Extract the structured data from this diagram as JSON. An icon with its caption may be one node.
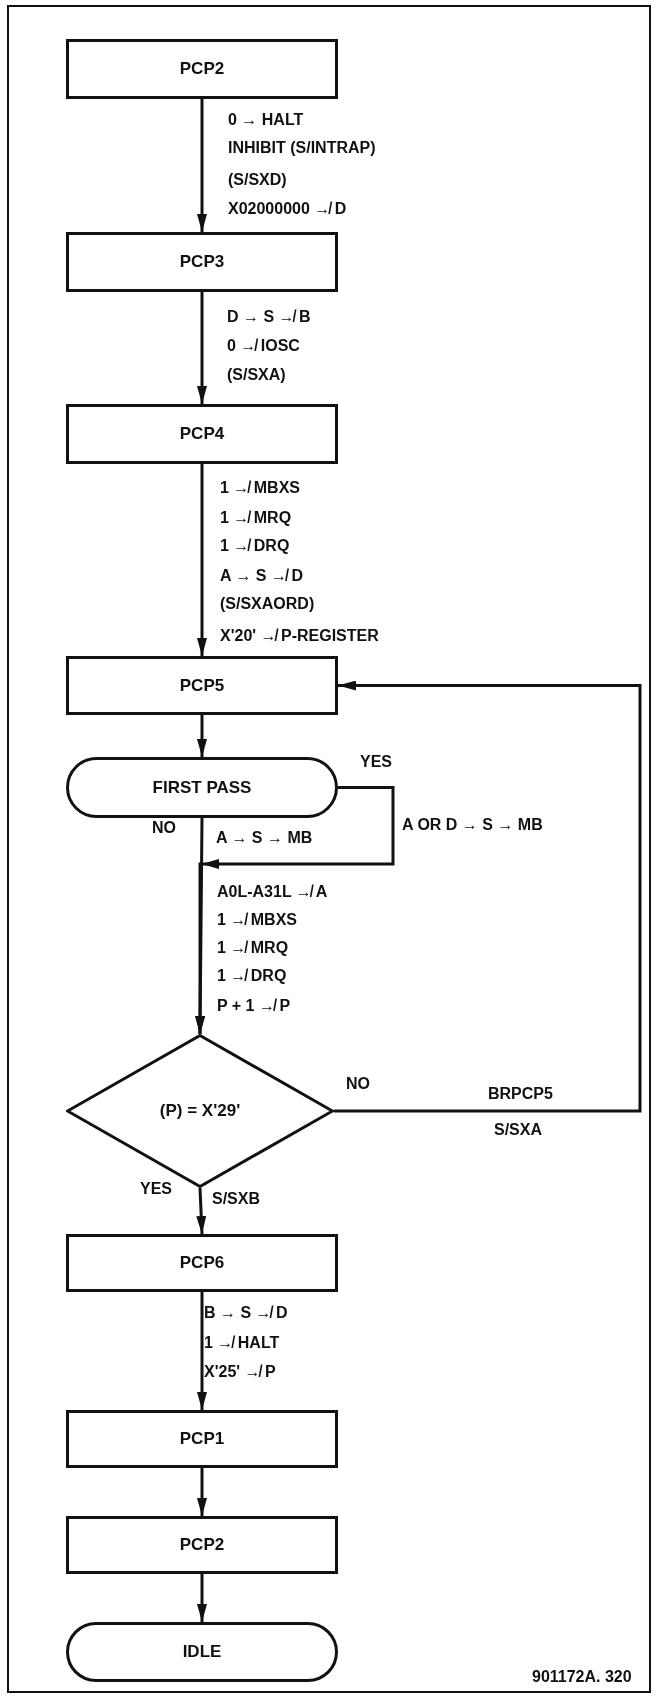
{
  "diagram": {
    "nodes": [
      {
        "text": [
          "PCP2"
        ]
      },
      {
        "text": [
          "PCP3"
        ]
      },
      {
        "text": [
          "PCP4"
        ]
      },
      {
        "text": [
          "PCP5"
        ]
      },
      {
        "text": [
          "FIRST PASS"
        ]
      },
      {
        "text": [
          "(P) = X'29'"
        ]
      },
      {
        "text": [
          "PCP6"
        ]
      },
      {
        "text": [
          "PCP1"
        ]
      },
      {
        "text": [
          "PCP2"
        ]
      },
      {
        "text": [
          "IDLE"
        ]
      }
    ],
    "edges": [
      {
        "from": 0,
        "to": 1,
        "arrow": "to"
      },
      {
        "from": 1,
        "to": 2,
        "arrow": "to"
      },
      {
        "from": 2,
        "to": 3,
        "arrow": "to"
      },
      {
        "from": 3,
        "to": 4,
        "arrow": "to"
      },
      {
        "from": 4,
        "to": 5,
        "arrow": "to",
        "label": "NO"
      },
      {
        "from": 4,
        "to": 5,
        "arrow": "to",
        "label": "YES"
      },
      {
        "from": 5,
        "to": 3,
        "arrow": "to",
        "label": "NO"
      },
      {
        "from": 5,
        "to": 6,
        "arrow": "to",
        "label": "YES"
      },
      {
        "from": 6,
        "to": 7,
        "arrow": "to"
      },
      {
        "from": 7,
        "to": 8,
        "arrow": "to"
      },
      {
        "from": 8,
        "to": 9,
        "arrow": "to"
      }
    ],
    "labels": [
      "0 → HALT",
      "INHIBIT (S/INTRAP)",
      "(S/SXD)",
      "X02000000 ↛ D",
      "D → S ↛ B",
      "0 ↛ IOSC",
      "(S/SXA)",
      "1 ↛ MBXS",
      "1 ↛ MRQ",
      "1 ↛ DRQ",
      "A → S ↛ D",
      "(S/SXAORD)",
      "X'20' ↛ P-REGISTER",
      "A → S → MB",
      "A OR D → S → MB",
      "A0L-A31L ↛ A",
      "1 ↛ MBXS",
      "1 ↛ MRQ",
      "1 ↛ DRQ",
      "P + 1 ↛ P",
      "BRPCP5",
      "S/SXA",
      "S/SXB",
      "B → S ↛ D",
      "1 ↛ HALT",
      "X'25' ↛ P",
      "901172A. 320"
    ]
  }
}
